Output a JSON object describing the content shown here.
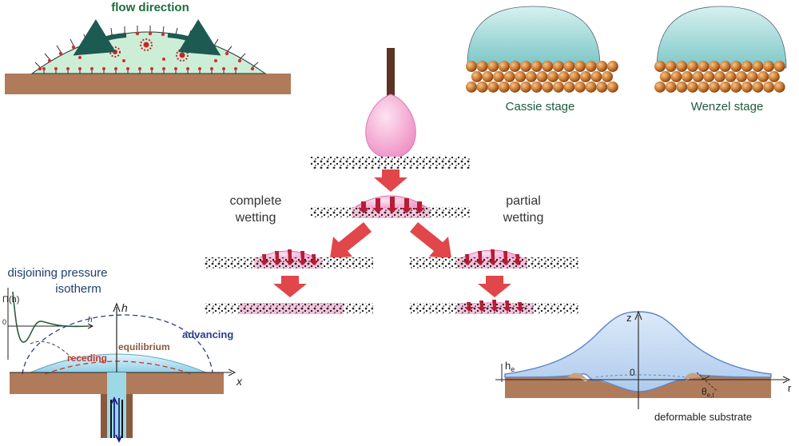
{
  "colors": {
    "substrate": "#b07b5a",
    "substrate_dark": "#8a5a3e",
    "drop_green": "#c8ebd2",
    "drop_blue": "#9dd8e6",
    "drop_pink": "#f4a8d0",
    "arrow_red": "#e0464a",
    "arrow_dark_red": "#b51d36",
    "blue_dash": "#2a3d8f",
    "red_dash": "#c0392b",
    "bead_orange": "#c8762e",
    "deform_blue": "#5b86c9"
  },
  "panel_flow": {
    "title": "flow direction"
  },
  "panel_stages": {
    "cassie": "Cassie stage",
    "wenzel": "Wenzel stage"
  },
  "panel_wetting": {
    "complete_line1": "complete",
    "complete_line2": "wetting",
    "partial_line1": "partial",
    "partial_line2": "wetting"
  },
  "panel_disjoining": {
    "title_line1": "disjoining pressure",
    "title_line2": "isotherm",
    "y_axis": "Π(h)",
    "x_axis": "h",
    "zero": "0",
    "h_axis": "h",
    "x_axis_main": "x",
    "advancing": "advancing",
    "equilibrium": "equilibrium",
    "receding": "receding"
  },
  "panel_deformable": {
    "z_axis": "z",
    "r_axis": "r",
    "zero": "0",
    "he": "h",
    "he_sub": "e",
    "theta": "θ",
    "theta_sub": "e,t",
    "caption": "deformable substrate"
  }
}
